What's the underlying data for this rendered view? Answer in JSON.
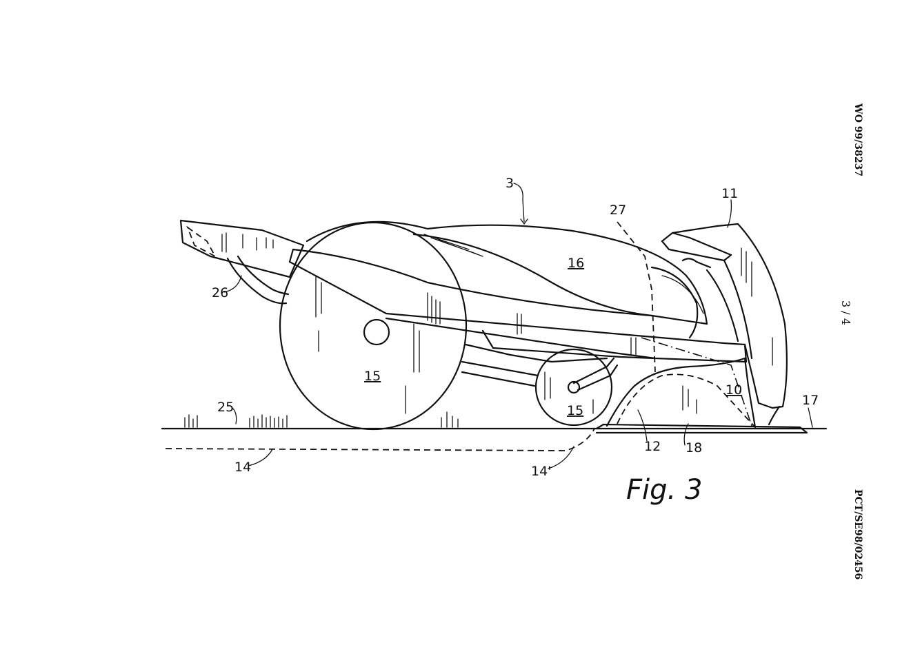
{
  "header": {
    "publication_number": "WO 99/38237",
    "sheet": "3 / 4",
    "application_number": "PCT/SE98/02456"
  },
  "figure": {
    "caption": "Fig. 3",
    "reference_numerals": {
      "mower": "3",
      "control_unit": "11",
      "boundary_line_marker": "27",
      "body_cover": "16",
      "rear_wheel": "15",
      "front_wheel": "15",
      "charging_station": "10",
      "plate": "17",
      "grass": "25",
      "handle": "26",
      "contact": "12",
      "ramp": "18",
      "boundary_wire": "14",
      "boundary_wire_segment": "14'"
    }
  }
}
